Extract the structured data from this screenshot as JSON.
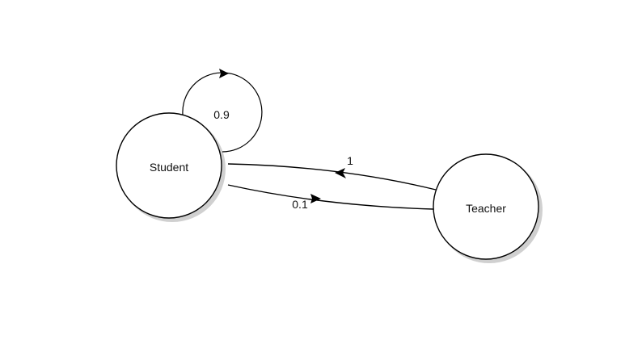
{
  "diagram": {
    "type": "state-transition",
    "nodes": [
      {
        "id": "student",
        "label": "Student"
      },
      {
        "id": "teacher",
        "label": "Teacher"
      }
    ],
    "edges": [
      {
        "from": "student",
        "to": "student",
        "label": "0.9"
      },
      {
        "from": "teacher",
        "to": "student",
        "label": "1"
      },
      {
        "from": "student",
        "to": "teacher",
        "label": "0.1"
      }
    ],
    "colors": {
      "stroke": "#000000",
      "node_fill": "#ffffff",
      "shadow": "#bdbdbd"
    }
  }
}
